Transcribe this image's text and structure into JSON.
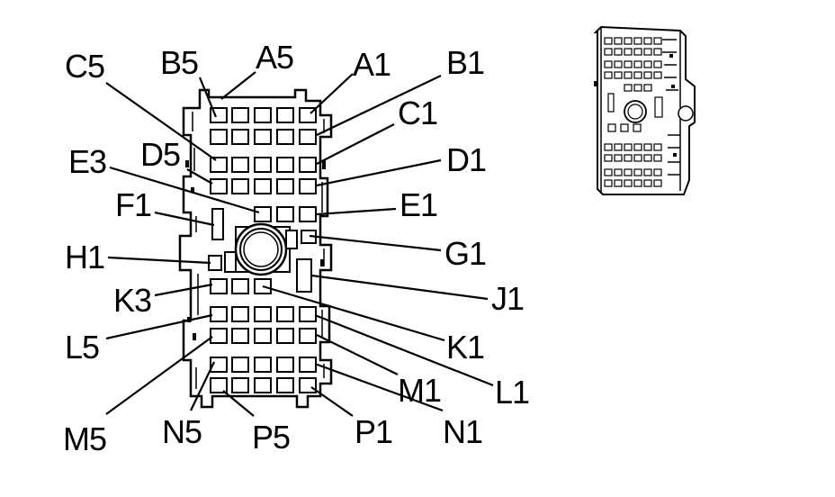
{
  "labels": {
    "C5": "C5",
    "B5": "B5",
    "A5": "A5",
    "A1": "A1",
    "B1": "B1",
    "C1": "C1",
    "D5": "D5",
    "E3": "E3",
    "D1": "D1",
    "F1": "F1",
    "E1": "E1",
    "G1": "G1",
    "H1": "H1",
    "J1": "J1",
    "K3": "K3",
    "K1": "K1",
    "L5": "L5",
    "L1": "L1",
    "M1": "M1",
    "M5": "M5",
    "N5": "N5",
    "P5": "P5",
    "P1": "P1",
    "N1": "N1"
  },
  "colors": {
    "ink": "#000000",
    "background": "#ffffff"
  },
  "icons": {
    "connector_face": "connector-face-icon",
    "connector_view": "connector-perspective-icon"
  }
}
